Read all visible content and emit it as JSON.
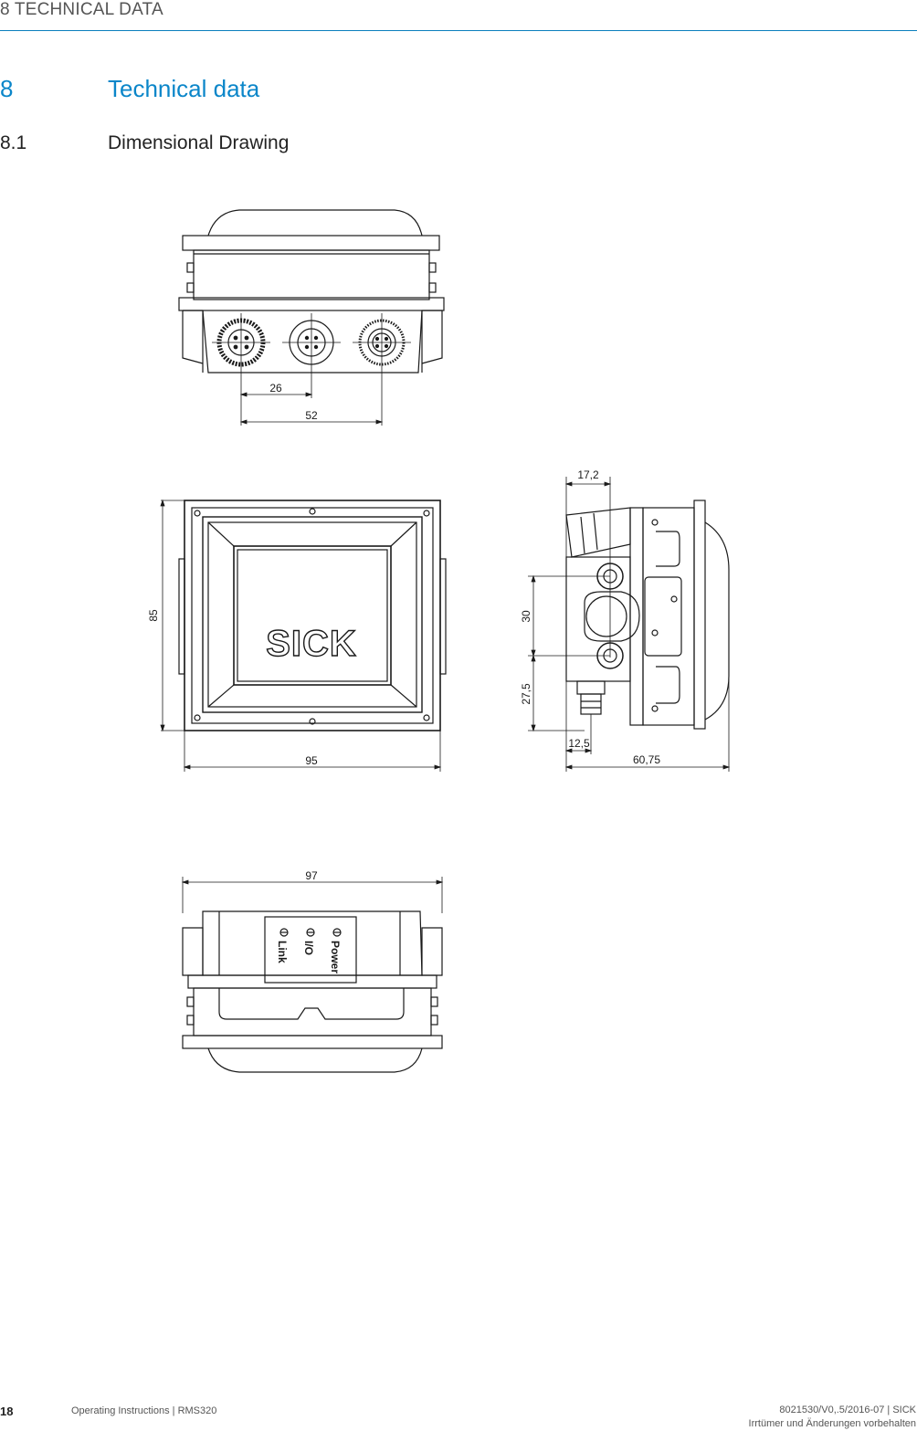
{
  "header": {
    "running_title": "8 TECHNICAL DATA"
  },
  "section": {
    "number": "8",
    "title": "Technical data"
  },
  "subsection": {
    "number": "8.1",
    "title": "Dimensional Drawing"
  },
  "drawing": {
    "top_view": {
      "dimensions": [
        "26",
        "52"
      ]
    },
    "front_view": {
      "logo_text": "SICK",
      "dimensions": [
        "85",
        "95"
      ]
    },
    "side_view": {
      "dimensions": [
        "17,2",
        "30",
        "27,5",
        "12,5",
        "60,75"
      ]
    },
    "bottom_view": {
      "dimensions": [
        "97"
      ],
      "led_labels": [
        "Link",
        "I/O",
        "Power"
      ]
    }
  },
  "footer": {
    "page_number": "18",
    "doc_title": "Operating Instructions | RMS320",
    "doc_id": "8021530/V0,.5/2016-07 | SICK",
    "disclaimer": "Irrtümer und Änderungen vorbehalten"
  }
}
